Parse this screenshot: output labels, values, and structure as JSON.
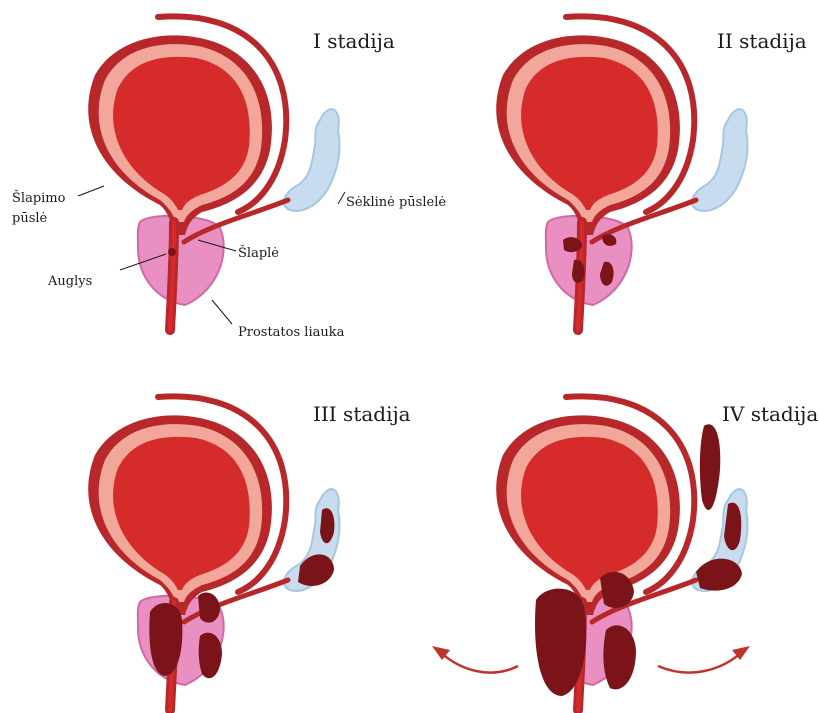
{
  "stages": [
    {
      "title": "I stadija"
    },
    {
      "title": "II stadija"
    },
    {
      "title": "III stadija"
    },
    {
      "title": "IV stadija"
    }
  ],
  "labels": {
    "bladder_line1": "Šlapimo",
    "bladder_line2": "pūslė",
    "tumor": "Auglys",
    "urethra": "Šlaplė",
    "seminal_vesicle": "Sėklinė pūslelė",
    "prostate": "Prostatos liauka"
  },
  "colors": {
    "bladder_outer": "#b8282a",
    "bladder_wall": "#f2a79a",
    "bladder_inner": "#d62b2b",
    "prostate": "#e98fc1",
    "vesicle": "#c7dcee",
    "tumor": "#7a1418",
    "arrow": "#c0322e"
  }
}
